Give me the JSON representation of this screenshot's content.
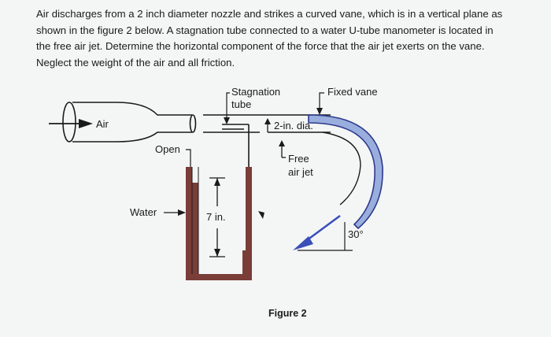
{
  "problem": {
    "lines": [
      "Air discharges from a 2 inch diameter nozzle and strikes a curved vane, which is in a vertical plane as",
      "shown in the figure 2 below. A stagnation tube connected to a water U-tube manometer is located in",
      "the free air jet. Determine the horizontal component of the force that the air jet exerts on the vane.",
      "Neglect the weight of the air and all friction."
    ]
  },
  "figure": {
    "labels": {
      "stagnation_line1": "Stagnation",
      "stagnation_line2": "tube",
      "fixed_vane": "Fixed vane",
      "air": "Air",
      "diameter": "2-in. dia.",
      "open": "Open",
      "free_line1": "Free",
      "free_line2": "air jet",
      "water": "Water",
      "height": "7 in.",
      "angle": "30°"
    },
    "caption": "Figure 2",
    "colors": {
      "vane_fill": "#9aaede",
      "vane_stroke": "#2d3a8c",
      "manometer": "#7a3d38",
      "arrow_blue": "#3a4fb8",
      "line": "#1a1a1a"
    }
  }
}
